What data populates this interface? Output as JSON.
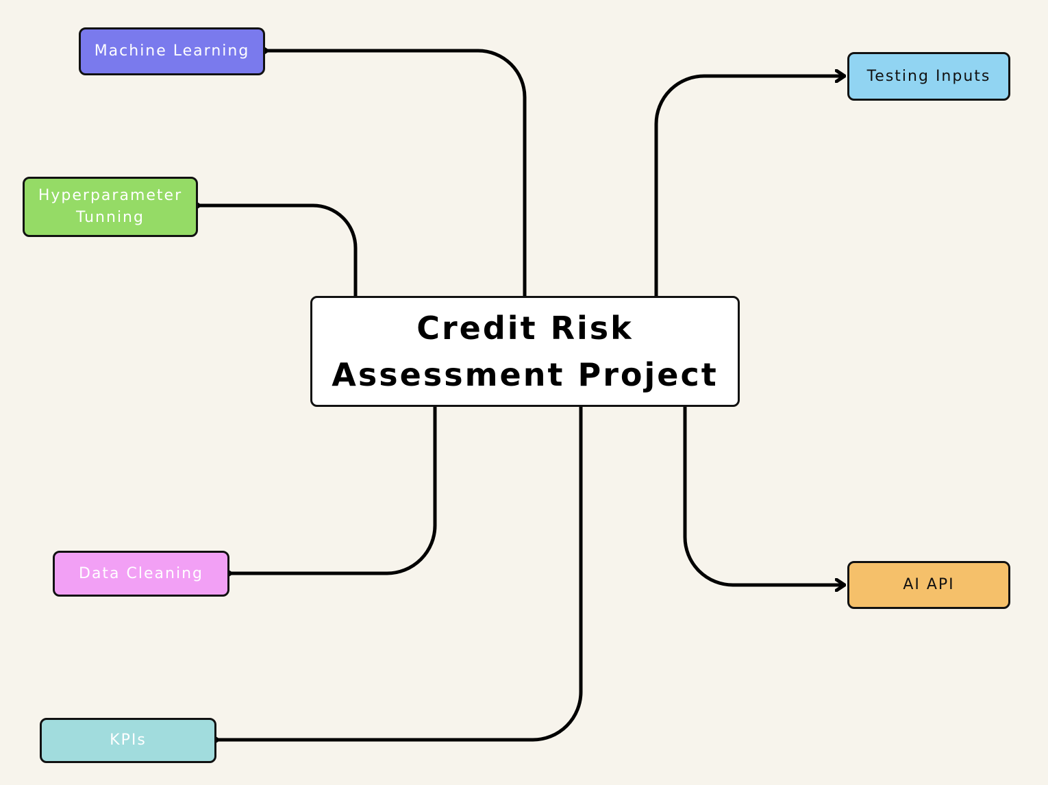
{
  "central": {
    "line1": "Credit Risk",
    "line2": "Assessment Project"
  },
  "nodes": {
    "machine_learning": {
      "label": "Machine Learning",
      "color": "#7a7aed",
      "text_color": "#ffffff"
    },
    "hyperparameter": {
      "line1": "Hyperparameter",
      "line2": "Tunning",
      "color": "#95db66",
      "text_color": "#ffffff"
    },
    "data_cleaning": {
      "label": "Data Cleaning",
      "color": "#f2a0f5",
      "text_color": "#ffffff"
    },
    "kpis": {
      "label": "KPIs",
      "color": "#a1dcdd",
      "text_color": "#ffffff"
    },
    "testing_inputs": {
      "label": "Testing Inputs",
      "color": "#91d4f2",
      "text_color": "#111111"
    },
    "ai_api": {
      "label": "AI API",
      "color": "#f5c06a",
      "text_color": "#111111"
    }
  },
  "colors": {
    "background": "#f7f4ec",
    "line": "#000000"
  }
}
